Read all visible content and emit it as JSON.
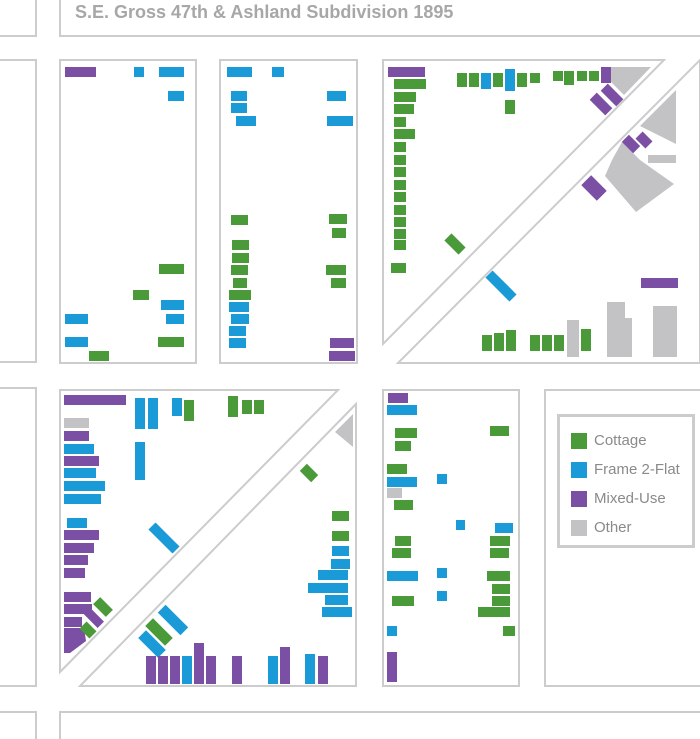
{
  "title": "S.E. Gross 47th & Ashland Subdivision 1895",
  "colors": {
    "cottage": "#4a9a3a",
    "frame_2_flat": "#1a9bd7",
    "mixed_use": "#7b4fa3",
    "other": "#c3c3c5",
    "outline": "#cccccc"
  },
  "legend": {
    "items": [
      {
        "key": "cottage",
        "label": "Cottage"
      },
      {
        "key": "frame_2_flat",
        "label": "Frame 2-Flat"
      },
      {
        "key": "mixed_use",
        "label": "Mixed-Use"
      },
      {
        "key": "other",
        "label": "Other"
      }
    ]
  }
}
